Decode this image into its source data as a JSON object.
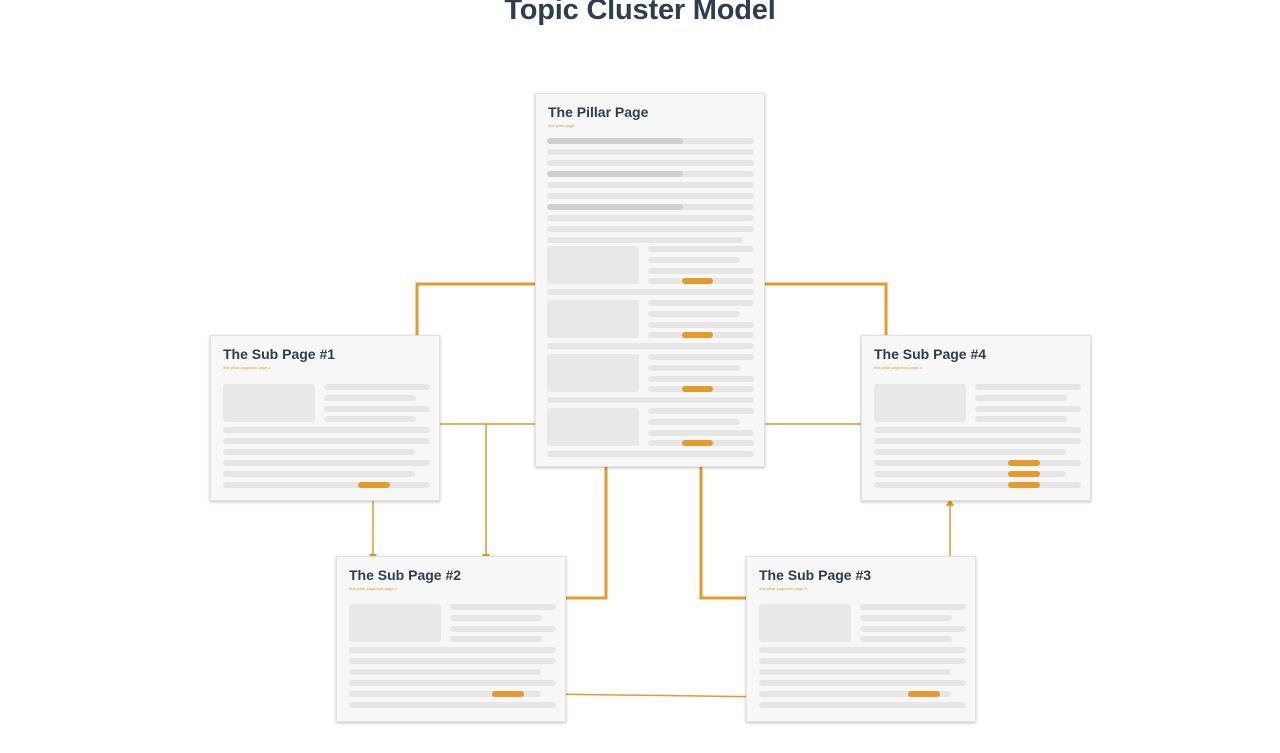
{
  "diagram": {
    "title": "Topic Cluster Model",
    "accent_color": "#e49b2a",
    "title_color": "#2c3e50",
    "pages": {
      "pillar": {
        "title": "The Pillar Page",
        "url": "/the-pillar-page"
      },
      "sub1": {
        "title": "The Sub Page #1",
        "url": "/the-pillar-page/sub-page-1"
      },
      "sub2": {
        "title": "The Sub Page #2",
        "url": "/the-pillar-page/sub-page-2"
      },
      "sub3": {
        "title": "The Sub Page #3",
        "url": "/the-pillar-page/sub-page-3"
      },
      "sub4": {
        "title": "The Sub Page #4",
        "url": "/the-pillar-page/sub-page-4"
      }
    }
  }
}
